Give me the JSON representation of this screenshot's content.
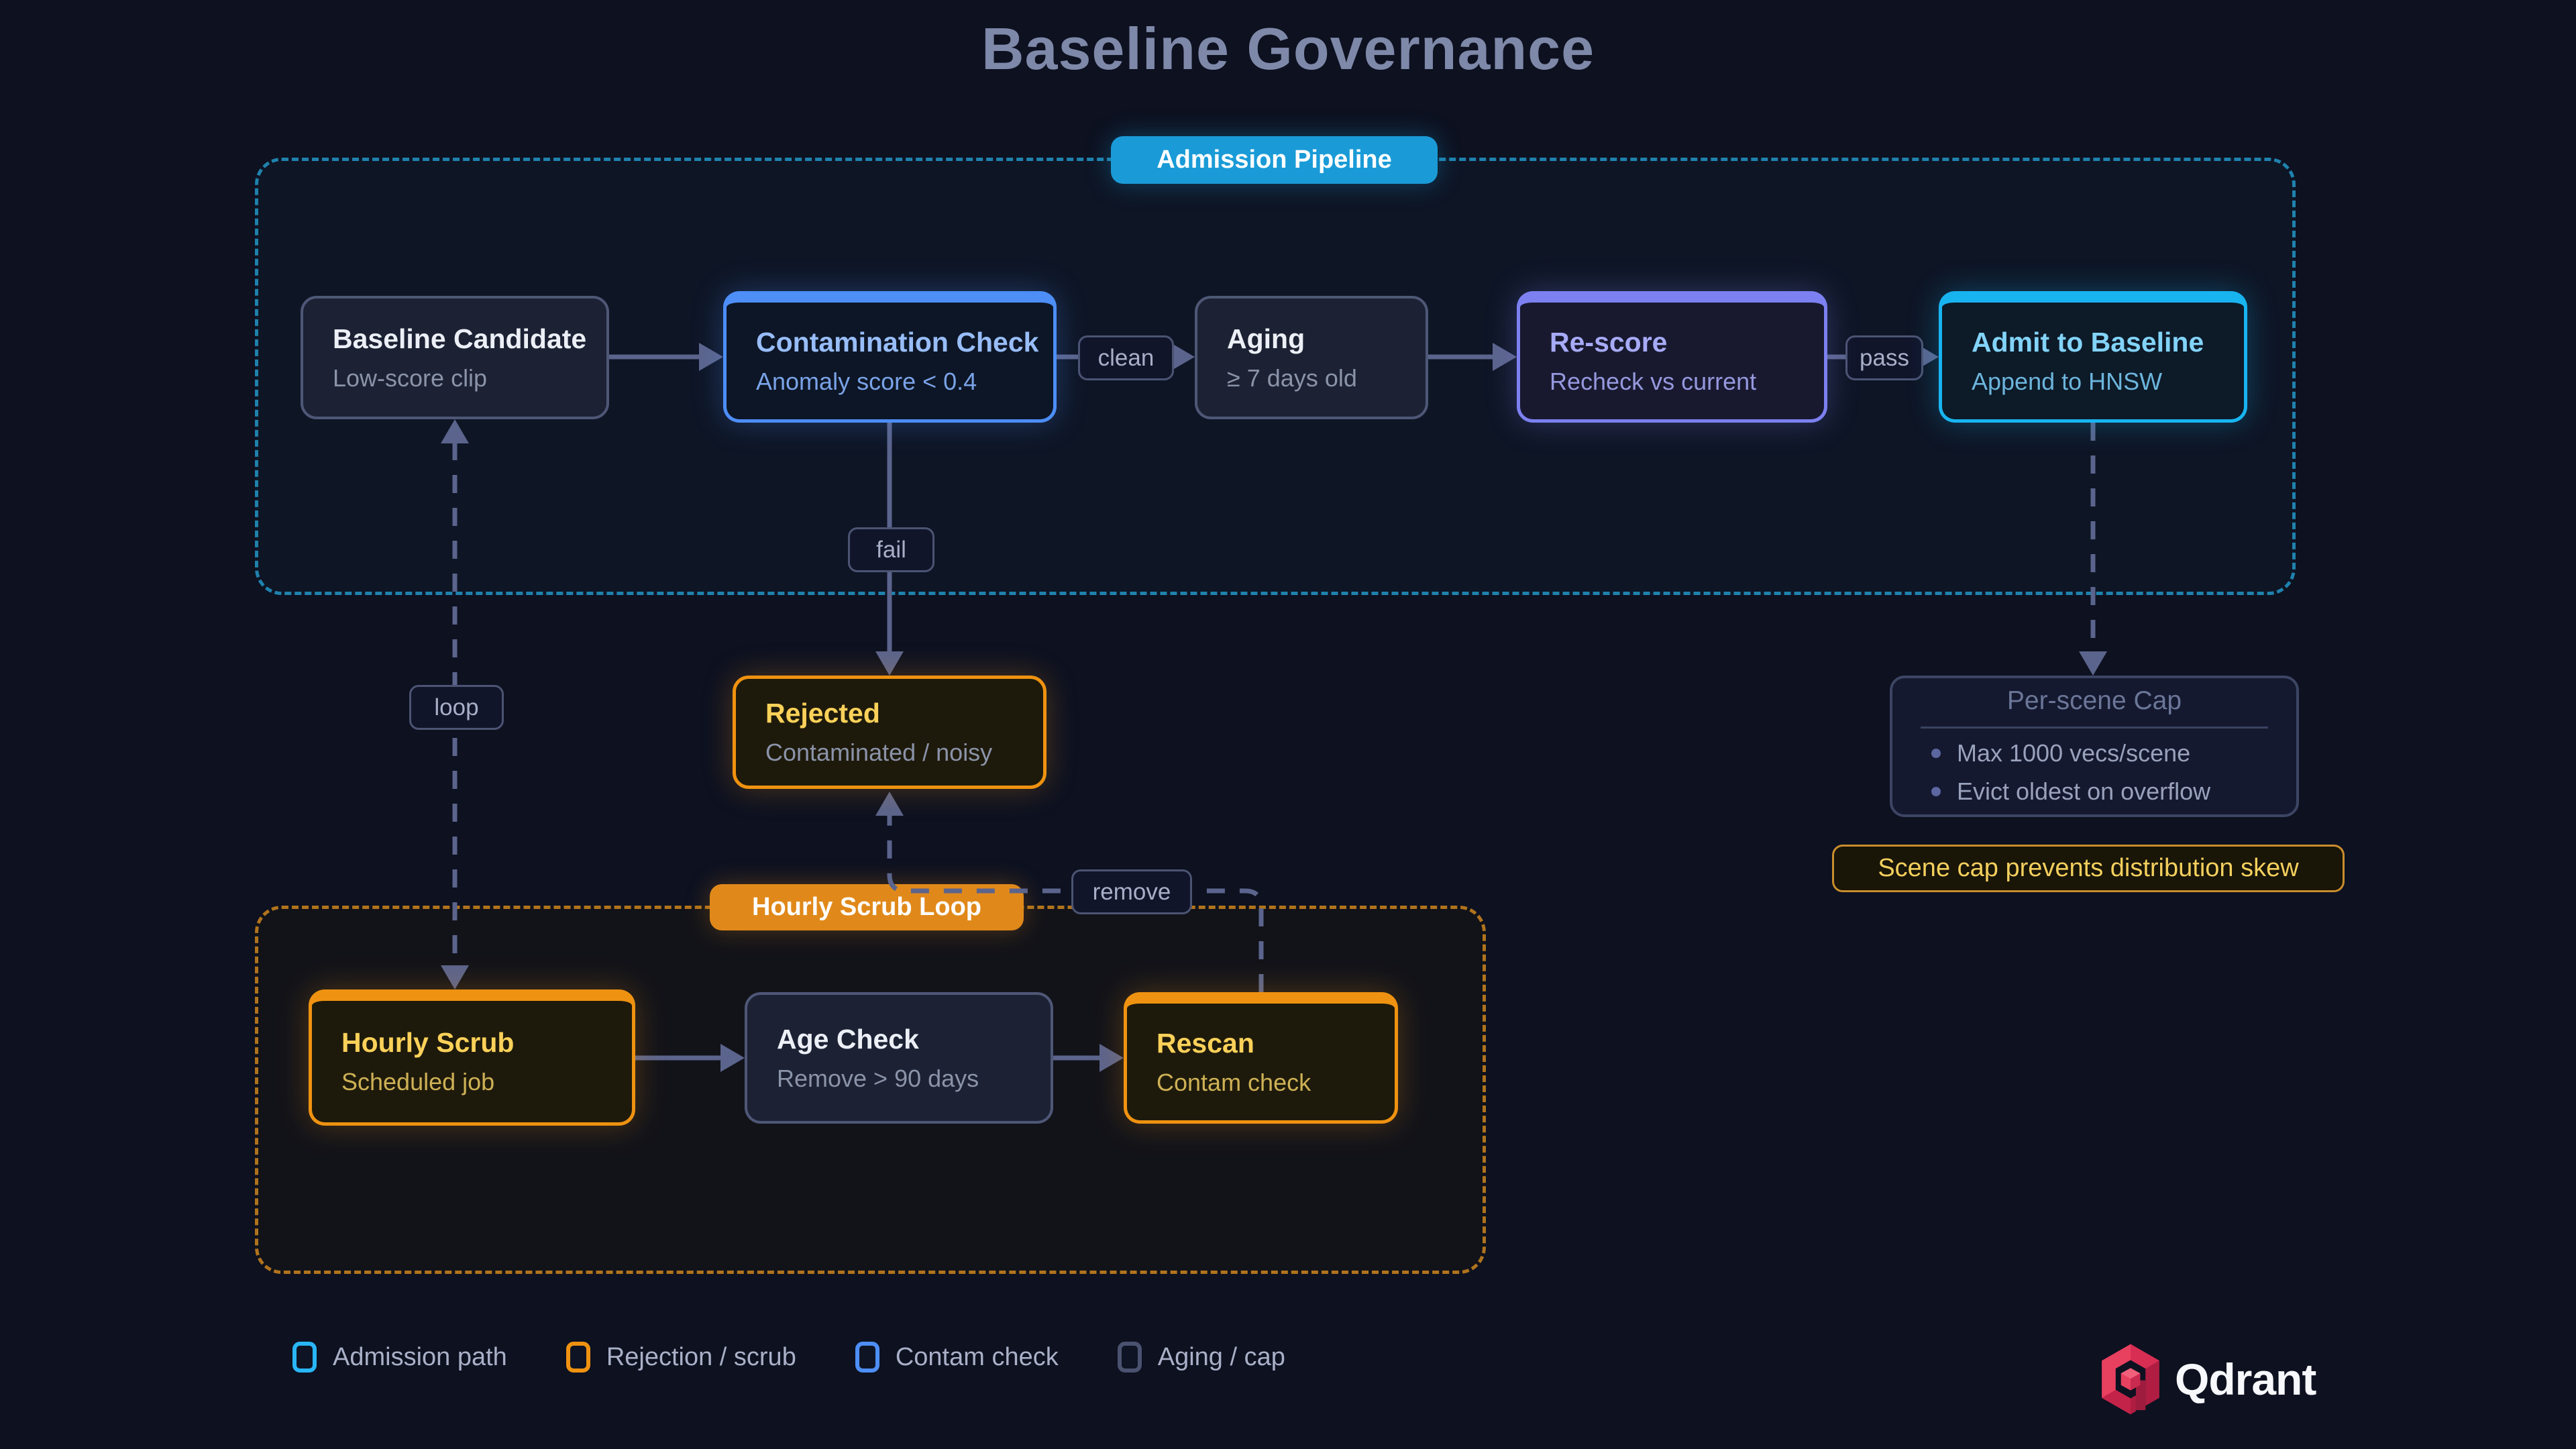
{
  "title": "Baseline Governance",
  "groups": {
    "admission": {
      "badge": "Admission Pipeline",
      "border_color": "#1f82ad",
      "badge_color": "#1a9bd7"
    },
    "scrub": {
      "badge": "Hourly Scrub Loop",
      "border_color": "#b0731d",
      "badge_color": "#e0891a"
    }
  },
  "nodes": {
    "baseline_candidate": {
      "title": "Baseline Candidate",
      "subtitle": "Low-score clip"
    },
    "contamination_check": {
      "title": "Contamination Check",
      "subtitle": "Anomaly score < 0.4",
      "accent": "#4d8ef7"
    },
    "aging": {
      "title": "Aging",
      "subtitle": "≥ 7 days old"
    },
    "re_score": {
      "title": "Re-score",
      "subtitle": "Recheck vs current",
      "accent": "#7c80f0"
    },
    "admit_to_baseline": {
      "title": "Admit to Baseline",
      "subtitle": "Append to HNSW",
      "accent": "#18b4f0"
    },
    "rejected": {
      "title": "Rejected",
      "subtitle": "Contaminated / noisy",
      "accent": "#ef9211"
    },
    "hourly_scrub": {
      "title": "Hourly Scrub",
      "subtitle": "Scheduled job",
      "accent": "#ef9211"
    },
    "age_check": {
      "title": "Age Check",
      "subtitle": "Remove > 90 days"
    },
    "rescan": {
      "title": "Rescan",
      "subtitle": "Contam check",
      "accent": "#ef9211"
    }
  },
  "edge_labels": {
    "clean": "clean",
    "pass": "pass",
    "fail": "fail",
    "loop": "loop",
    "remove": "remove"
  },
  "cap": {
    "title": "Per-scene Cap",
    "items": [
      "Max 1000 vecs/scene",
      "Evict oldest on overflow"
    ]
  },
  "note": "Scene cap prevents distribution skew",
  "legend": [
    {
      "label": "Admission path",
      "color": "#29b6f6"
    },
    {
      "label": "Rejection / scrub",
      "color": "#ef9211"
    },
    {
      "label": "Contam check",
      "color": "#4d8ef7"
    },
    {
      "label": "Aging / cap",
      "color": "#4a5270"
    }
  ],
  "brand": "Qdrant"
}
